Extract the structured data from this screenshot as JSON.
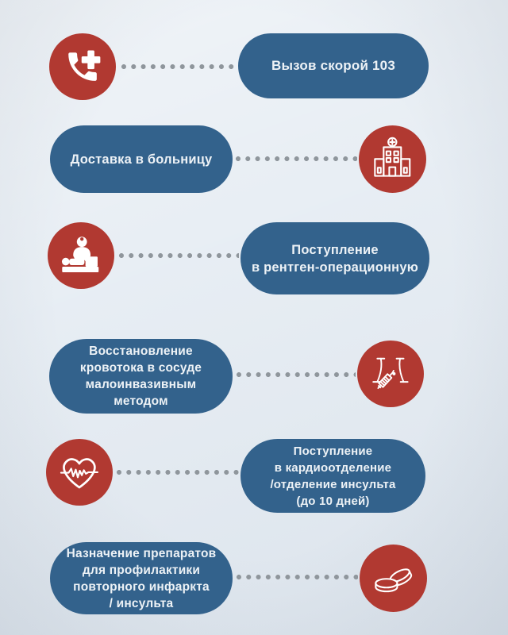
{
  "colors": {
    "page_bg": "#e4ebf2",
    "pill_blue": "#33628c",
    "circle_red": "#b13931",
    "dot_gray": "#8f969c",
    "label_text": "#edf2f6"
  },
  "steps": [
    {
      "icon": "phone-cross-icon",
      "layout": "icon-left",
      "label_lines": [
        "Вызов скорой 103"
      ]
    },
    {
      "icon": "hospital-icon",
      "layout": "icon-right",
      "label_lines": [
        "Доставка в больницу"
      ]
    },
    {
      "icon": "surgeon-patient-icon",
      "layout": "icon-left",
      "label_lines": [
        "Поступление",
        "в рентген-операционную"
      ]
    },
    {
      "icon": "torso-syringe-icon",
      "layout": "icon-right",
      "label_lines": [
        "Восстановление",
        "кровотока в сосуде",
        "малоинвазивным",
        "методом"
      ]
    },
    {
      "icon": "heart-ekg-icon",
      "layout": "icon-left",
      "label_lines": [
        "Поступление",
        "в кардиоотделение",
        "/отделение инсульта",
        "(до 10 дней)"
      ]
    },
    {
      "icon": "pills-icon",
      "layout": "icon-right",
      "label_lines": [
        "Назначение препаратов",
        "для профилактики",
        "повторного инфаркта",
        "/ инсульта"
      ]
    }
  ]
}
